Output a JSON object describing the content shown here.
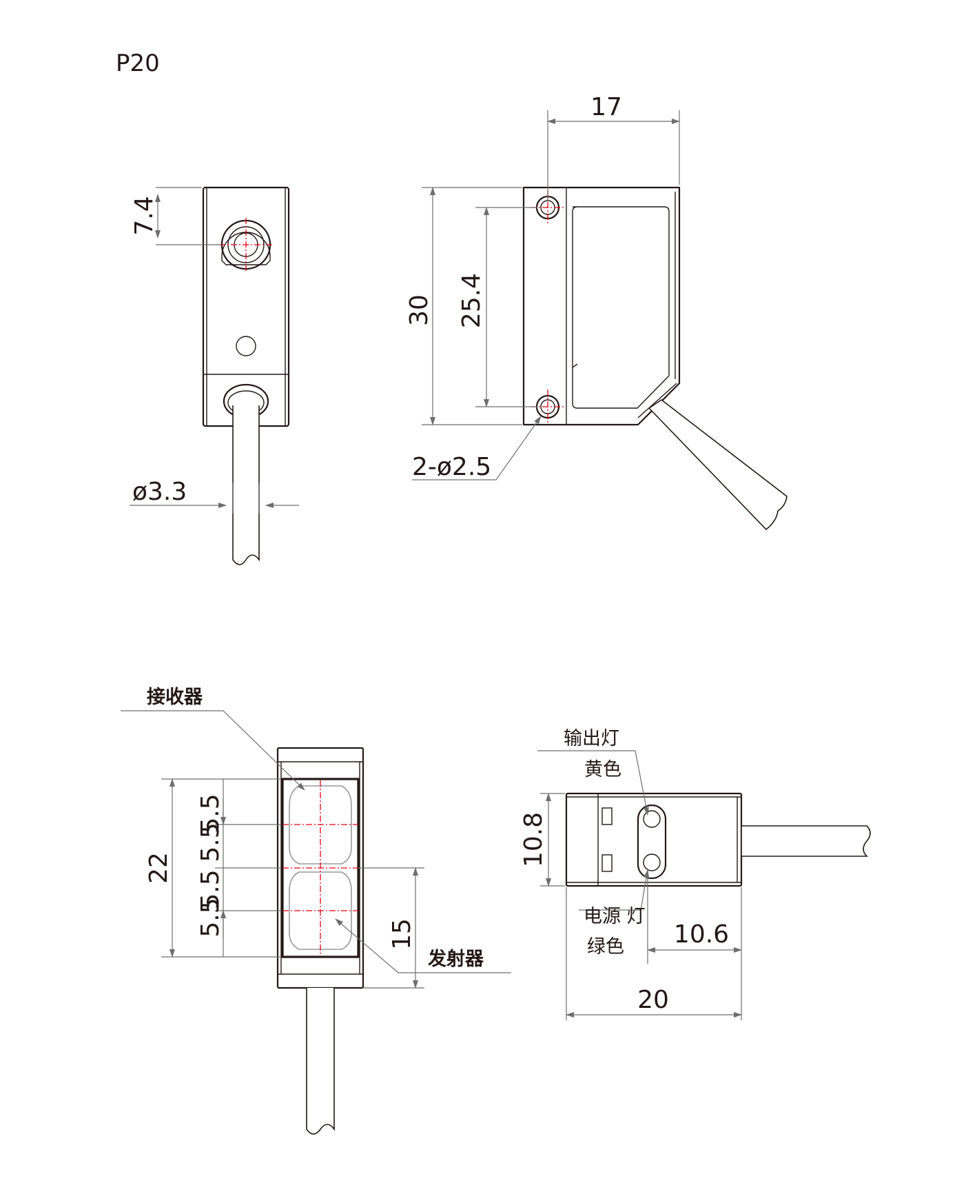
{
  "title": "P20",
  "dims": {
    "mount_offset": "7.4",
    "cable_diameter": "ø3.3",
    "width_17": "17",
    "height_30": "30",
    "hole_pitch": "25.4",
    "holes": "2-ø2.5",
    "lens_22": "22",
    "lens_55_a": "5.5",
    "lens_55_b": "5.5",
    "lens_55_c": "5.5",
    "lens_55_d": "5.5",
    "lens_15": "15",
    "side_108": "10.8",
    "side_106": "10.6",
    "side_20": "20"
  },
  "labels": {
    "receiver": "接收器",
    "emitter": "发射器",
    "output_led": "输出灯",
    "output_color": "黄色",
    "power_led": "电源 灯",
    "power_color": "绿色"
  },
  "colors": {
    "line": "#231815",
    "dimension": "#6e6e6e",
    "centerline": "#e60012"
  }
}
